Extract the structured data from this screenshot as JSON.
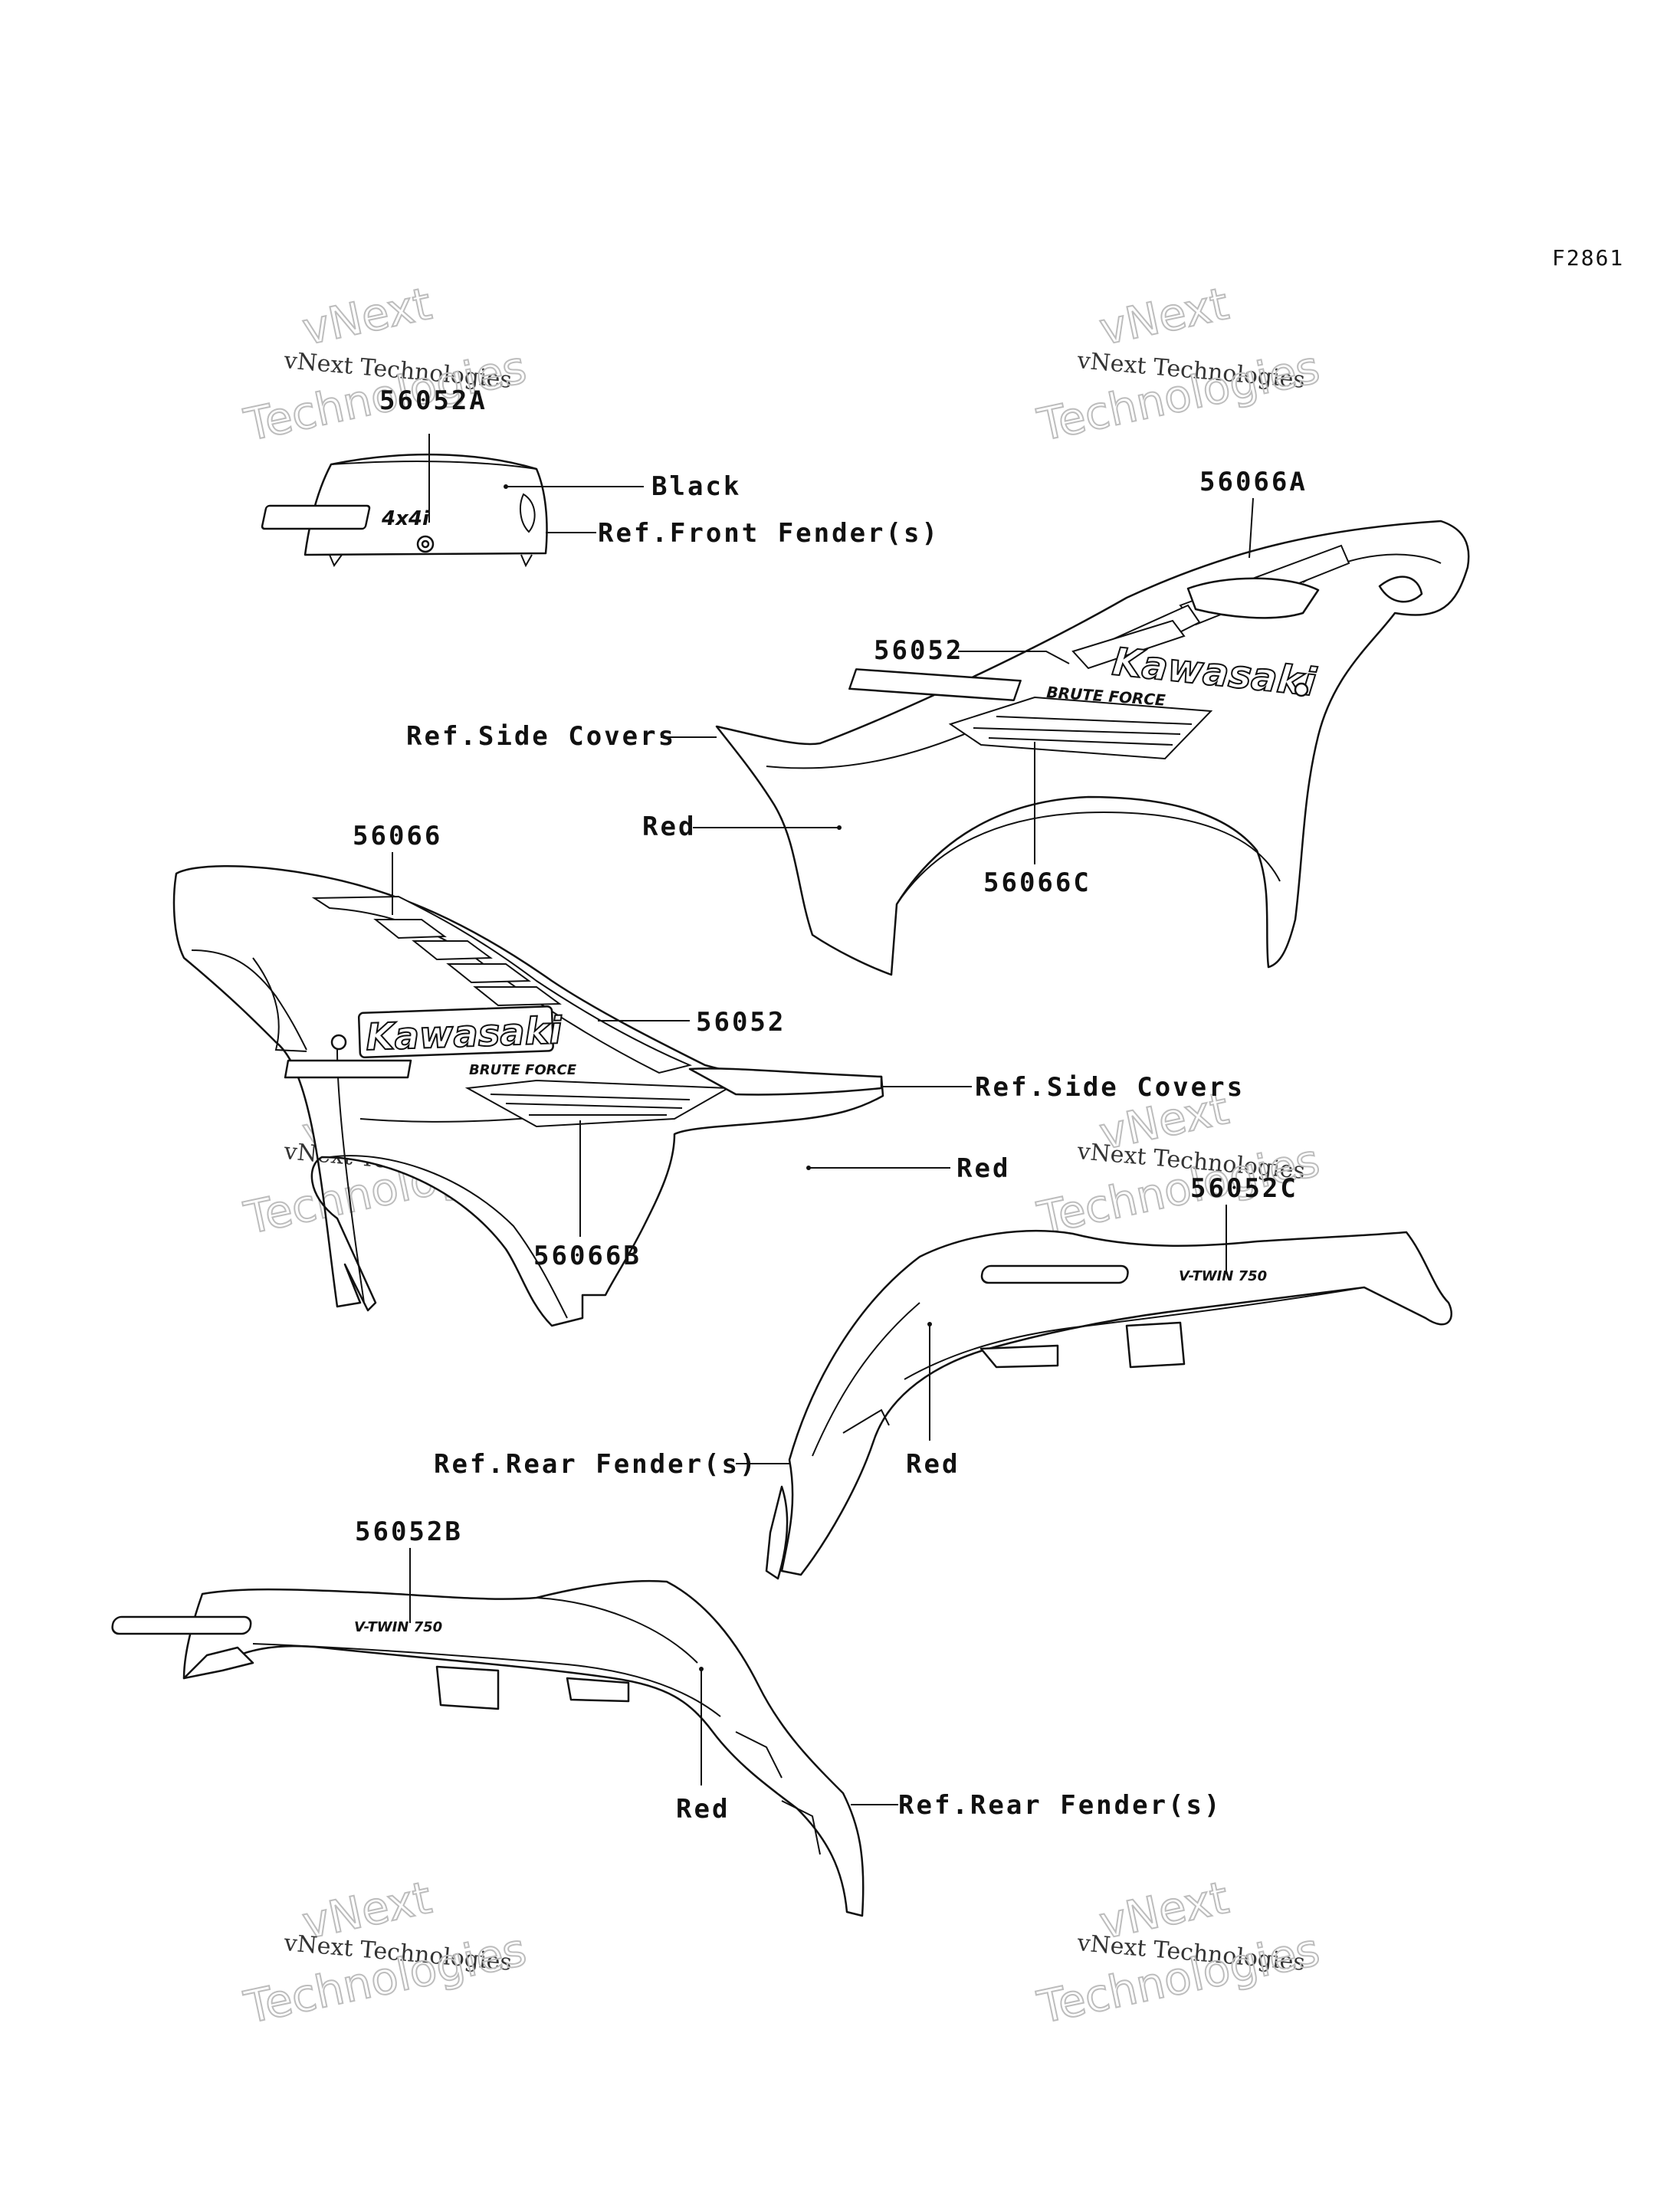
{
  "figure_code": "F2861",
  "watermark": {
    "line1": "vNext",
    "line2": "vNext Technologies",
    "line3": "Technologies"
  },
  "labels": {
    "p56052A": "56052A",
    "black": "Black",
    "ref_front_fender": "Ref.Front Fender(s)",
    "p56066A": "56066A",
    "p56052_right": "56052",
    "ref_side_covers_right": "Ref.Side Covers",
    "red_right": "Red",
    "p56066C": "56066C",
    "p56066": "56066",
    "p56052_left": "56052",
    "ref_side_covers_left": "Ref.Side Covers",
    "red_left": "Red",
    "p56066B": "56066B",
    "p56052C": "56052C",
    "ref_rear_fender_upper": "Ref.Rear Fender(s)",
    "red_rear_upper": "Red",
    "p56052B": "56052B",
    "red_rear_lower": "Red",
    "ref_rear_fender_lower": "Ref.Rear Fender(s)"
  },
  "decals": {
    "badge_4x4": "4x4i",
    "brand": "Kawasaki",
    "model": "BRUTE FORCE",
    "vtwin": "V-TWIN 750"
  }
}
